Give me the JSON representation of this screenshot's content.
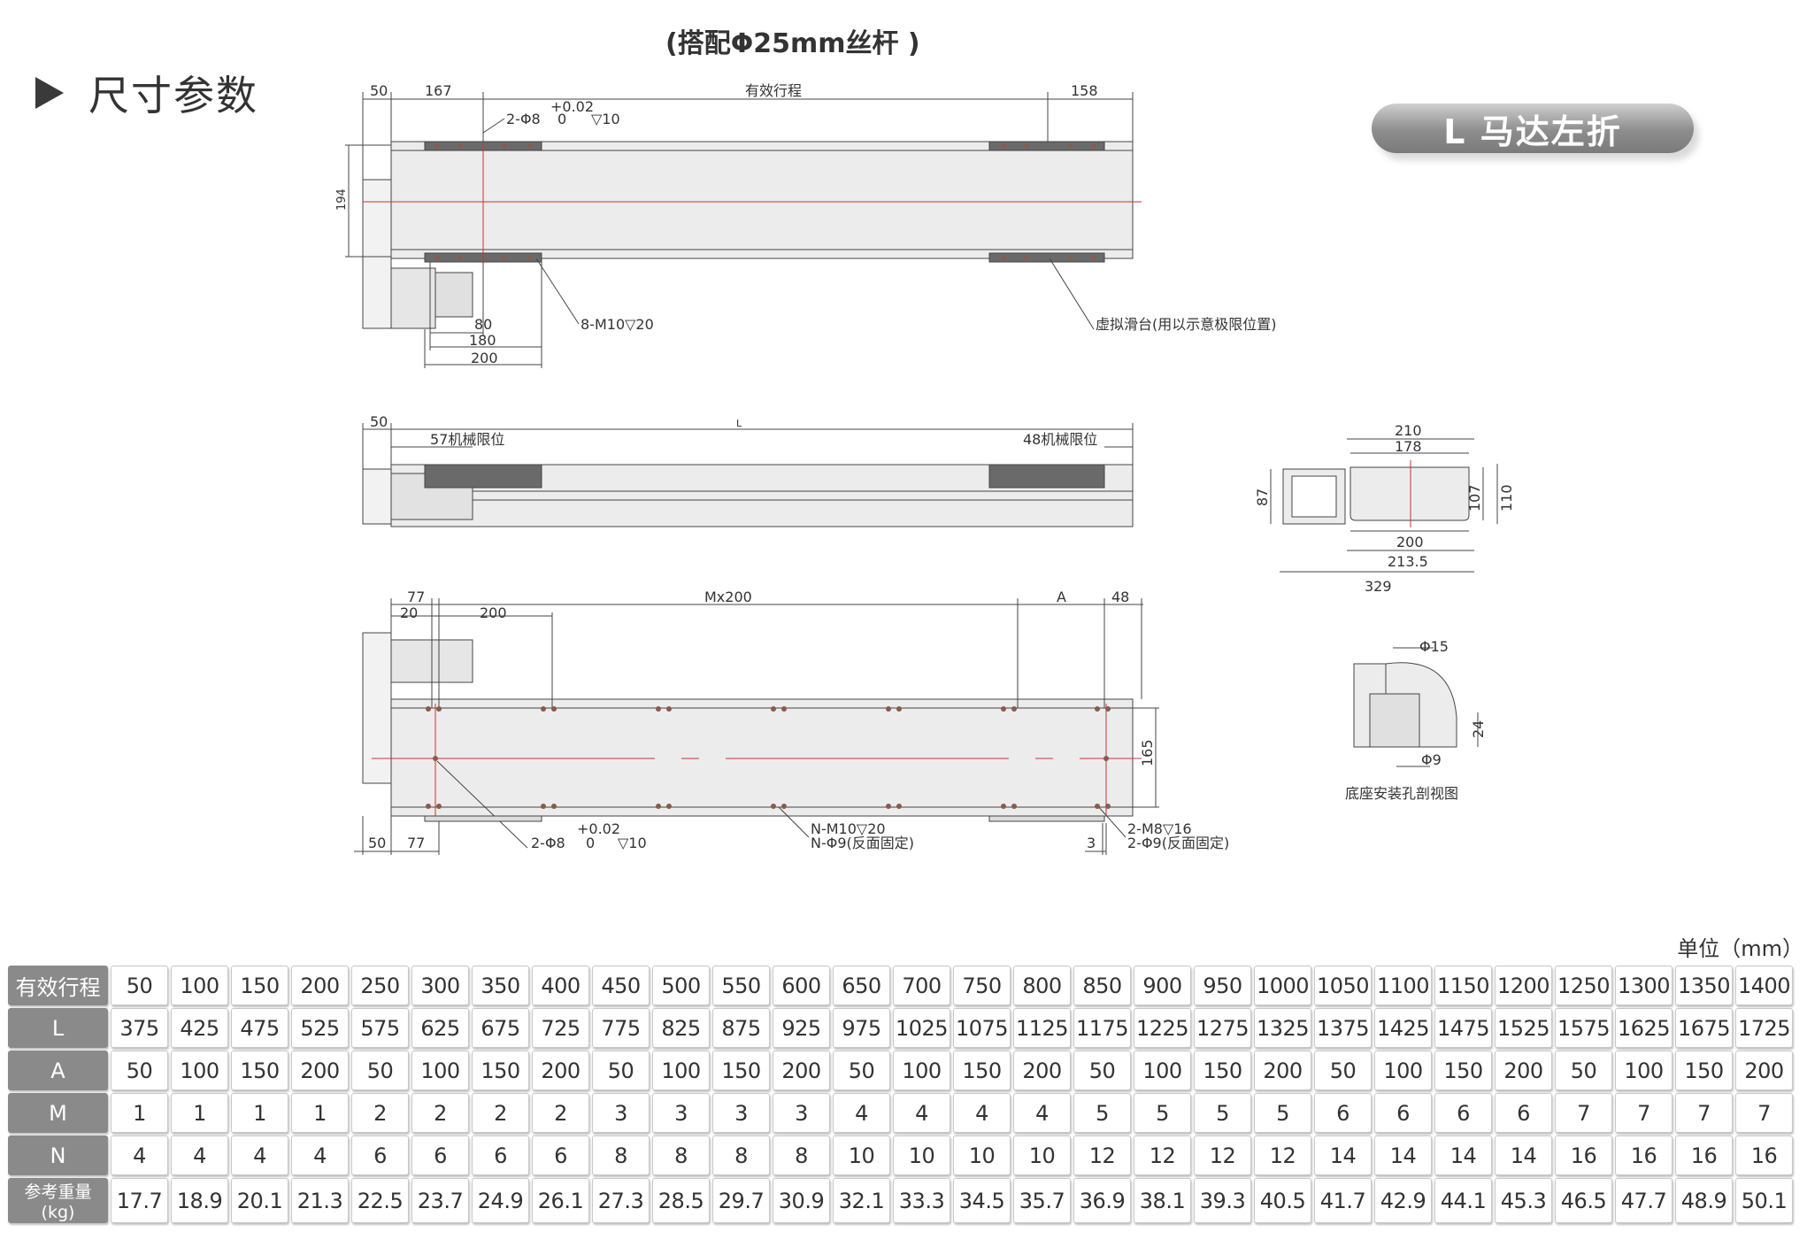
{
  "section_title": "尺寸参数",
  "subtitle": "(搭配Φ25mm丝杆 )",
  "variant_badge": "L 马达左折",
  "unit_label": "单位（mm）",
  "top_view": {
    "dims": {
      "d50": "50",
      "d167": "167",
      "stroke": "有效行程",
      "d158": "158",
      "tol_plus": "+0.02",
      "tol_zero": "0",
      "pin": "2-Φ8",
      "pin_depth": "▽10",
      "height": "194",
      "d80": "80",
      "d180": "180",
      "d200": "200",
      "thread": "8-M10▽20",
      "virtual_slide": "虚拟滑台(用以示意极限位置)"
    }
  },
  "side_view": {
    "dims": {
      "d50": "50",
      "L": "L",
      "limit57": "57机械限位",
      "limit48": "48机械限位"
    }
  },
  "bottom_view": {
    "dims": {
      "d77": "77",
      "d20": "20",
      "d200": "200",
      "mx200": "Mx200",
      "A": "A",
      "d48": "48",
      "d165": "165",
      "d50b": "50",
      "d77b": "77",
      "tol_plus": "+0.02",
      "tol_zero": "0",
      "pin": "2-Φ8",
      "pin_depth": "▽10",
      "nm10": "N-M10▽20",
      "nphi9": "N-Φ9(反面固定)",
      "d3": "3",
      "m8": "2-M8▽16",
      "phi9": "2-Φ9(反面固定)"
    }
  },
  "end_view": {
    "dims": {
      "d210": "210",
      "d178": "178",
      "d87": "87",
      "d107": "107",
      "d110": "110",
      "d200": "200",
      "d213": "213.5",
      "d329": "329"
    }
  },
  "section_view": {
    "dims": {
      "phi15": "Φ15",
      "d24": "24",
      "phi9": "Φ9"
    },
    "caption": "底座安装孔剖视图"
  },
  "spec_table": {
    "rows": [
      {
        "header": "有效行程",
        "values": [
          "50",
          "100",
          "150",
          "200",
          "250",
          "300",
          "350",
          "400",
          "450",
          "500",
          "550",
          "600",
          "650",
          "700",
          "750",
          "800",
          "850",
          "900",
          "950",
          "1000",
          "1050",
          "1100",
          "1150",
          "1200",
          "1250",
          "1300",
          "1350",
          "1400"
        ]
      },
      {
        "header": "L",
        "values": [
          "375",
          "425",
          "475",
          "525",
          "575",
          "625",
          "675",
          "725",
          "775",
          "825",
          "875",
          "925",
          "975",
          "1025",
          "1075",
          "1125",
          "1175",
          "1225",
          "1275",
          "1325",
          "1375",
          "1425",
          "1475",
          "1525",
          "1575",
          "1625",
          "1675",
          "1725"
        ]
      },
      {
        "header": "A",
        "values": [
          "50",
          "100",
          "150",
          "200",
          "50",
          "100",
          "150",
          "200",
          "50",
          "100",
          "150",
          "200",
          "50",
          "100",
          "150",
          "200",
          "50",
          "100",
          "150",
          "200",
          "50",
          "100",
          "150",
          "200",
          "50",
          "100",
          "150",
          "200"
        ]
      },
      {
        "header": "M",
        "values": [
          "1",
          "1",
          "1",
          "1",
          "2",
          "2",
          "2",
          "2",
          "3",
          "3",
          "3",
          "3",
          "4",
          "4",
          "4",
          "4",
          "5",
          "5",
          "5",
          "5",
          "6",
          "6",
          "6",
          "6",
          "7",
          "7",
          "7",
          "7"
        ]
      },
      {
        "header": "N",
        "values": [
          "4",
          "4",
          "4",
          "4",
          "6",
          "6",
          "6",
          "6",
          "8",
          "8",
          "8",
          "8",
          "10",
          "10",
          "10",
          "10",
          "12",
          "12",
          "12",
          "12",
          "14",
          "14",
          "14",
          "14",
          "16",
          "16",
          "16",
          "16"
        ]
      },
      {
        "header": "参考重量(kg)",
        "values": [
          "17.7",
          "18.9",
          "20.1",
          "21.3",
          "22.5",
          "23.7",
          "24.9",
          "26.1",
          "27.3",
          "28.5",
          "29.7",
          "30.9",
          "32.1",
          "33.3",
          "34.5",
          "35.7",
          "36.9",
          "38.1",
          "39.3",
          "40.5",
          "41.7",
          "42.9",
          "44.1",
          "45.3",
          "46.5",
          "47.7",
          "48.9",
          "50.1"
        ]
      }
    ]
  },
  "colors": {
    "header_bg": "#8a8a8a",
    "slide": "#6a6a6a",
    "centerline": "#c0392b",
    "body": "#ececec"
  }
}
